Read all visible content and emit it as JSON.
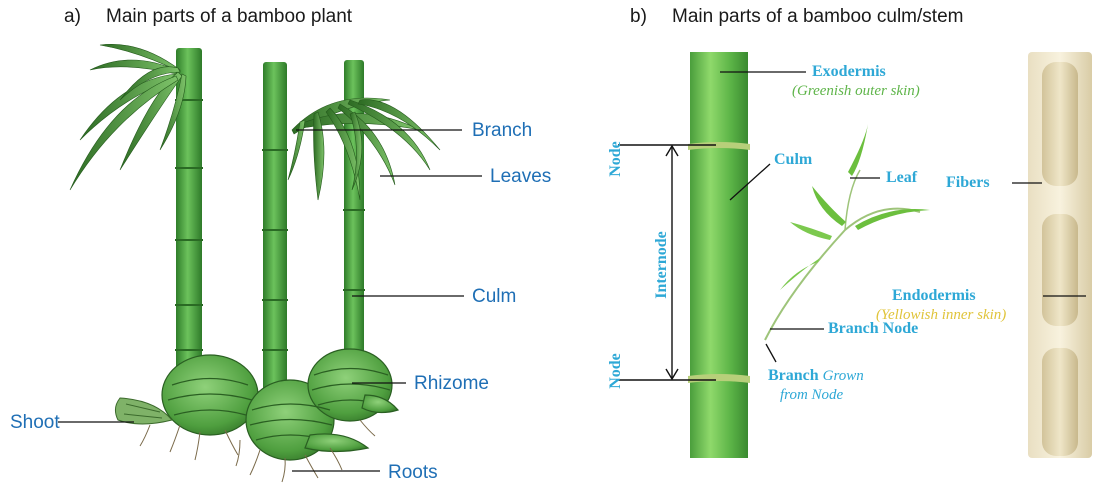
{
  "panel_a": {
    "letter": "a)",
    "title": "Main parts of a bamboo plant",
    "labels": {
      "branch": "Branch",
      "leaves": "Leaves",
      "culm": "Culm",
      "rhizome": "Rhizome",
      "shoot": "Shoot",
      "roots": "Roots"
    }
  },
  "panel_b": {
    "letter": "b)",
    "title": "Main parts of a bamboo culm/stem",
    "labels": {
      "exodermis": "Exodermis",
      "exodermis_note": "(Greenish outer skin)",
      "culm": "Culm",
      "leaf": "Leaf",
      "node_top": "Node",
      "internode": "Internode",
      "node_bottom": "Node",
      "fibers": "Fibers",
      "endodermis": "Endodermis",
      "endodermis_note": "(Yellowish inner skin)",
      "branch_node": "Branch Node",
      "branch": "Branch",
      "branch_note_1": "Grown",
      "branch_note_2": "from Node"
    }
  },
  "colors": {
    "label_blue": "#1f6fb5",
    "label_cyan": "#2ea8d6",
    "note_green": "#5fb54a",
    "note_yellow": "#e0c43a",
    "culm_green": "#3f9d3a"
  }
}
